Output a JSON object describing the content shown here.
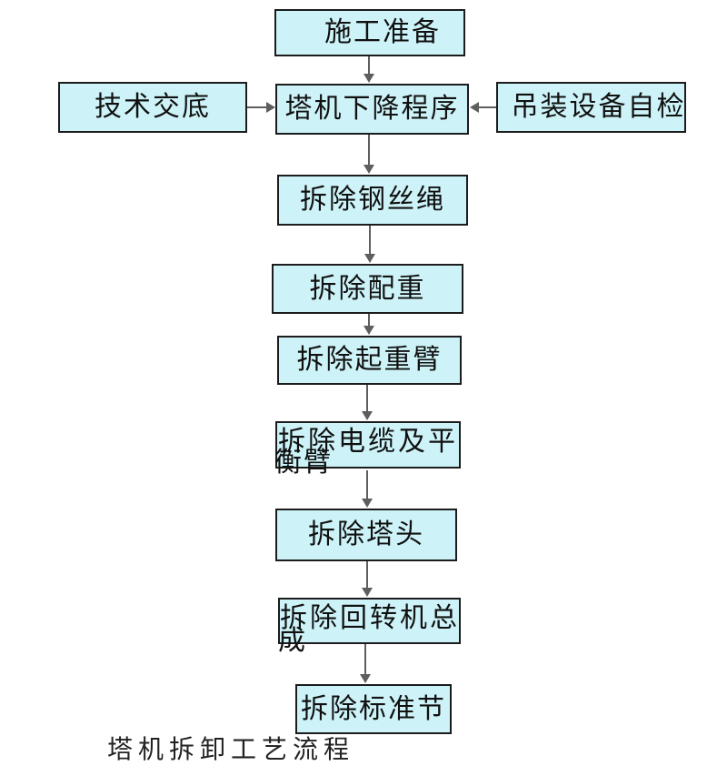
{
  "diagram": {
    "title_partial_bottom": "塔机拆卸工艺流程",
    "colors": {
      "box_fill": "#cdf3f8",
      "box_border": "#1c1c1c",
      "arrow": "#5e5e5e",
      "background": "#ffffff",
      "text": "#111111"
    },
    "nodes": [
      {
        "id": "prep",
        "label": "施工准备"
      },
      {
        "id": "tech",
        "label": "技术交底"
      },
      {
        "id": "lower",
        "label": "塔机下降程序"
      },
      {
        "id": "selfcheck",
        "label": "吊装设备自检"
      },
      {
        "id": "wire",
        "label": "拆除钢丝绳"
      },
      {
        "id": "counterweight",
        "label": "拆除配重"
      },
      {
        "id": "jib",
        "label": "拆除起重臂"
      },
      {
        "id": "cable",
        "label": "拆除电缆及平衡臂",
        "line1": "拆除电缆及平",
        "line2": "衡臂"
      },
      {
        "id": "towerhead",
        "label": "拆除塔头"
      },
      {
        "id": "slewing",
        "label": "拆除回转机总成",
        "line1": "拆除回转机总",
        "line2": "成"
      },
      {
        "id": "standard",
        "label": "拆除标准节"
      }
    ],
    "edges": [
      {
        "from": "prep",
        "to": "lower",
        "direction": "down"
      },
      {
        "from": "tech",
        "to": "lower",
        "direction": "right"
      },
      {
        "from": "selfcheck",
        "to": "lower",
        "direction": "left"
      },
      {
        "from": "lower",
        "to": "wire",
        "direction": "down"
      },
      {
        "from": "wire",
        "to": "counterweight",
        "direction": "down"
      },
      {
        "from": "counterweight",
        "to": "jib",
        "direction": "down"
      },
      {
        "from": "jib",
        "to": "cable",
        "direction": "down"
      },
      {
        "from": "cable",
        "to": "towerhead",
        "direction": "down"
      },
      {
        "from": "towerhead",
        "to": "slewing",
        "direction": "down"
      },
      {
        "from": "slewing",
        "to": "standard",
        "direction": "down"
      }
    ]
  }
}
